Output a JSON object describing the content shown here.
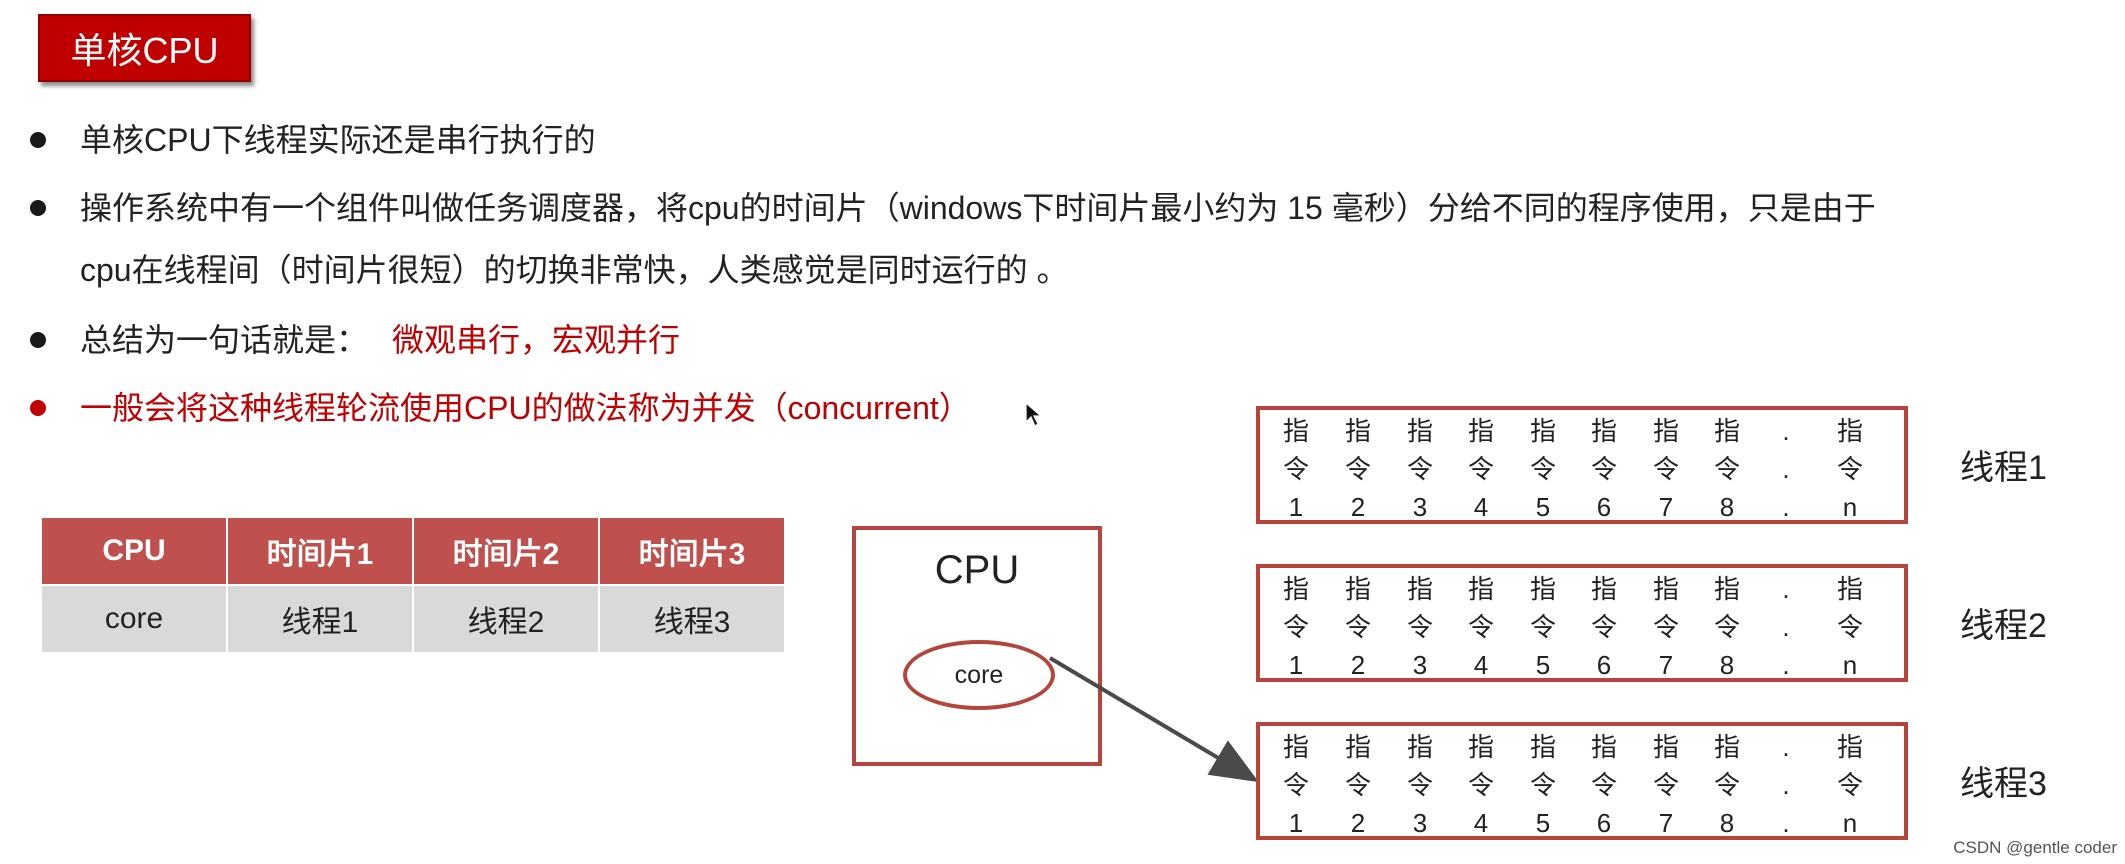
{
  "title": "单核CPU",
  "bullets": [
    {
      "text": "单核CPU下线程实际还是串行执行的"
    },
    {
      "line1": "操作系统中有一个组件叫做任务调度器，将cpu的时间片（windows下时间片最小约为 15 毫秒）分给不同的程序使用，只是由于",
      "line2": "cpu在线程间（时间片很短）的切换非常快，人类感觉是同时运行的 。"
    },
    {
      "prefix": "总结为一句话就是：",
      "highlight": "微观串行，宏观并行"
    },
    {
      "text": "一般会将这种线程轮流使用CPU的做法称为并发（concurrent）"
    }
  ],
  "table": {
    "headers": [
      "CPU",
      "时间片1",
      "时间片2",
      "时间片3"
    ],
    "row": [
      "core",
      "线程1",
      "线程2",
      "线程3"
    ]
  },
  "cpu": {
    "label": "CPU",
    "core": "core"
  },
  "instructions": {
    "columns": [
      [
        "指",
        "令",
        "1"
      ],
      [
        "指",
        "令",
        "2"
      ],
      [
        "指",
        "令",
        "3"
      ],
      [
        "指",
        "令",
        "4"
      ],
      [
        "指",
        "令",
        "5"
      ],
      [
        "指",
        "令",
        "6"
      ],
      [
        "指",
        "令",
        "7"
      ],
      [
        "指",
        "令",
        "8"
      ],
      [
        ".",
        ".",
        "."
      ],
      [
        "指",
        "令",
        "n"
      ]
    ]
  },
  "threads": [
    "线程1",
    "线程2",
    "线程3"
  ],
  "watermark": "CSDN @gentle coder",
  "colors": {
    "title_bg": "#c00000",
    "accent_red": "#c00000",
    "table_header": "#c0504d",
    "table_cell": "#d9d9d9",
    "box_border": "#b5453c"
  }
}
